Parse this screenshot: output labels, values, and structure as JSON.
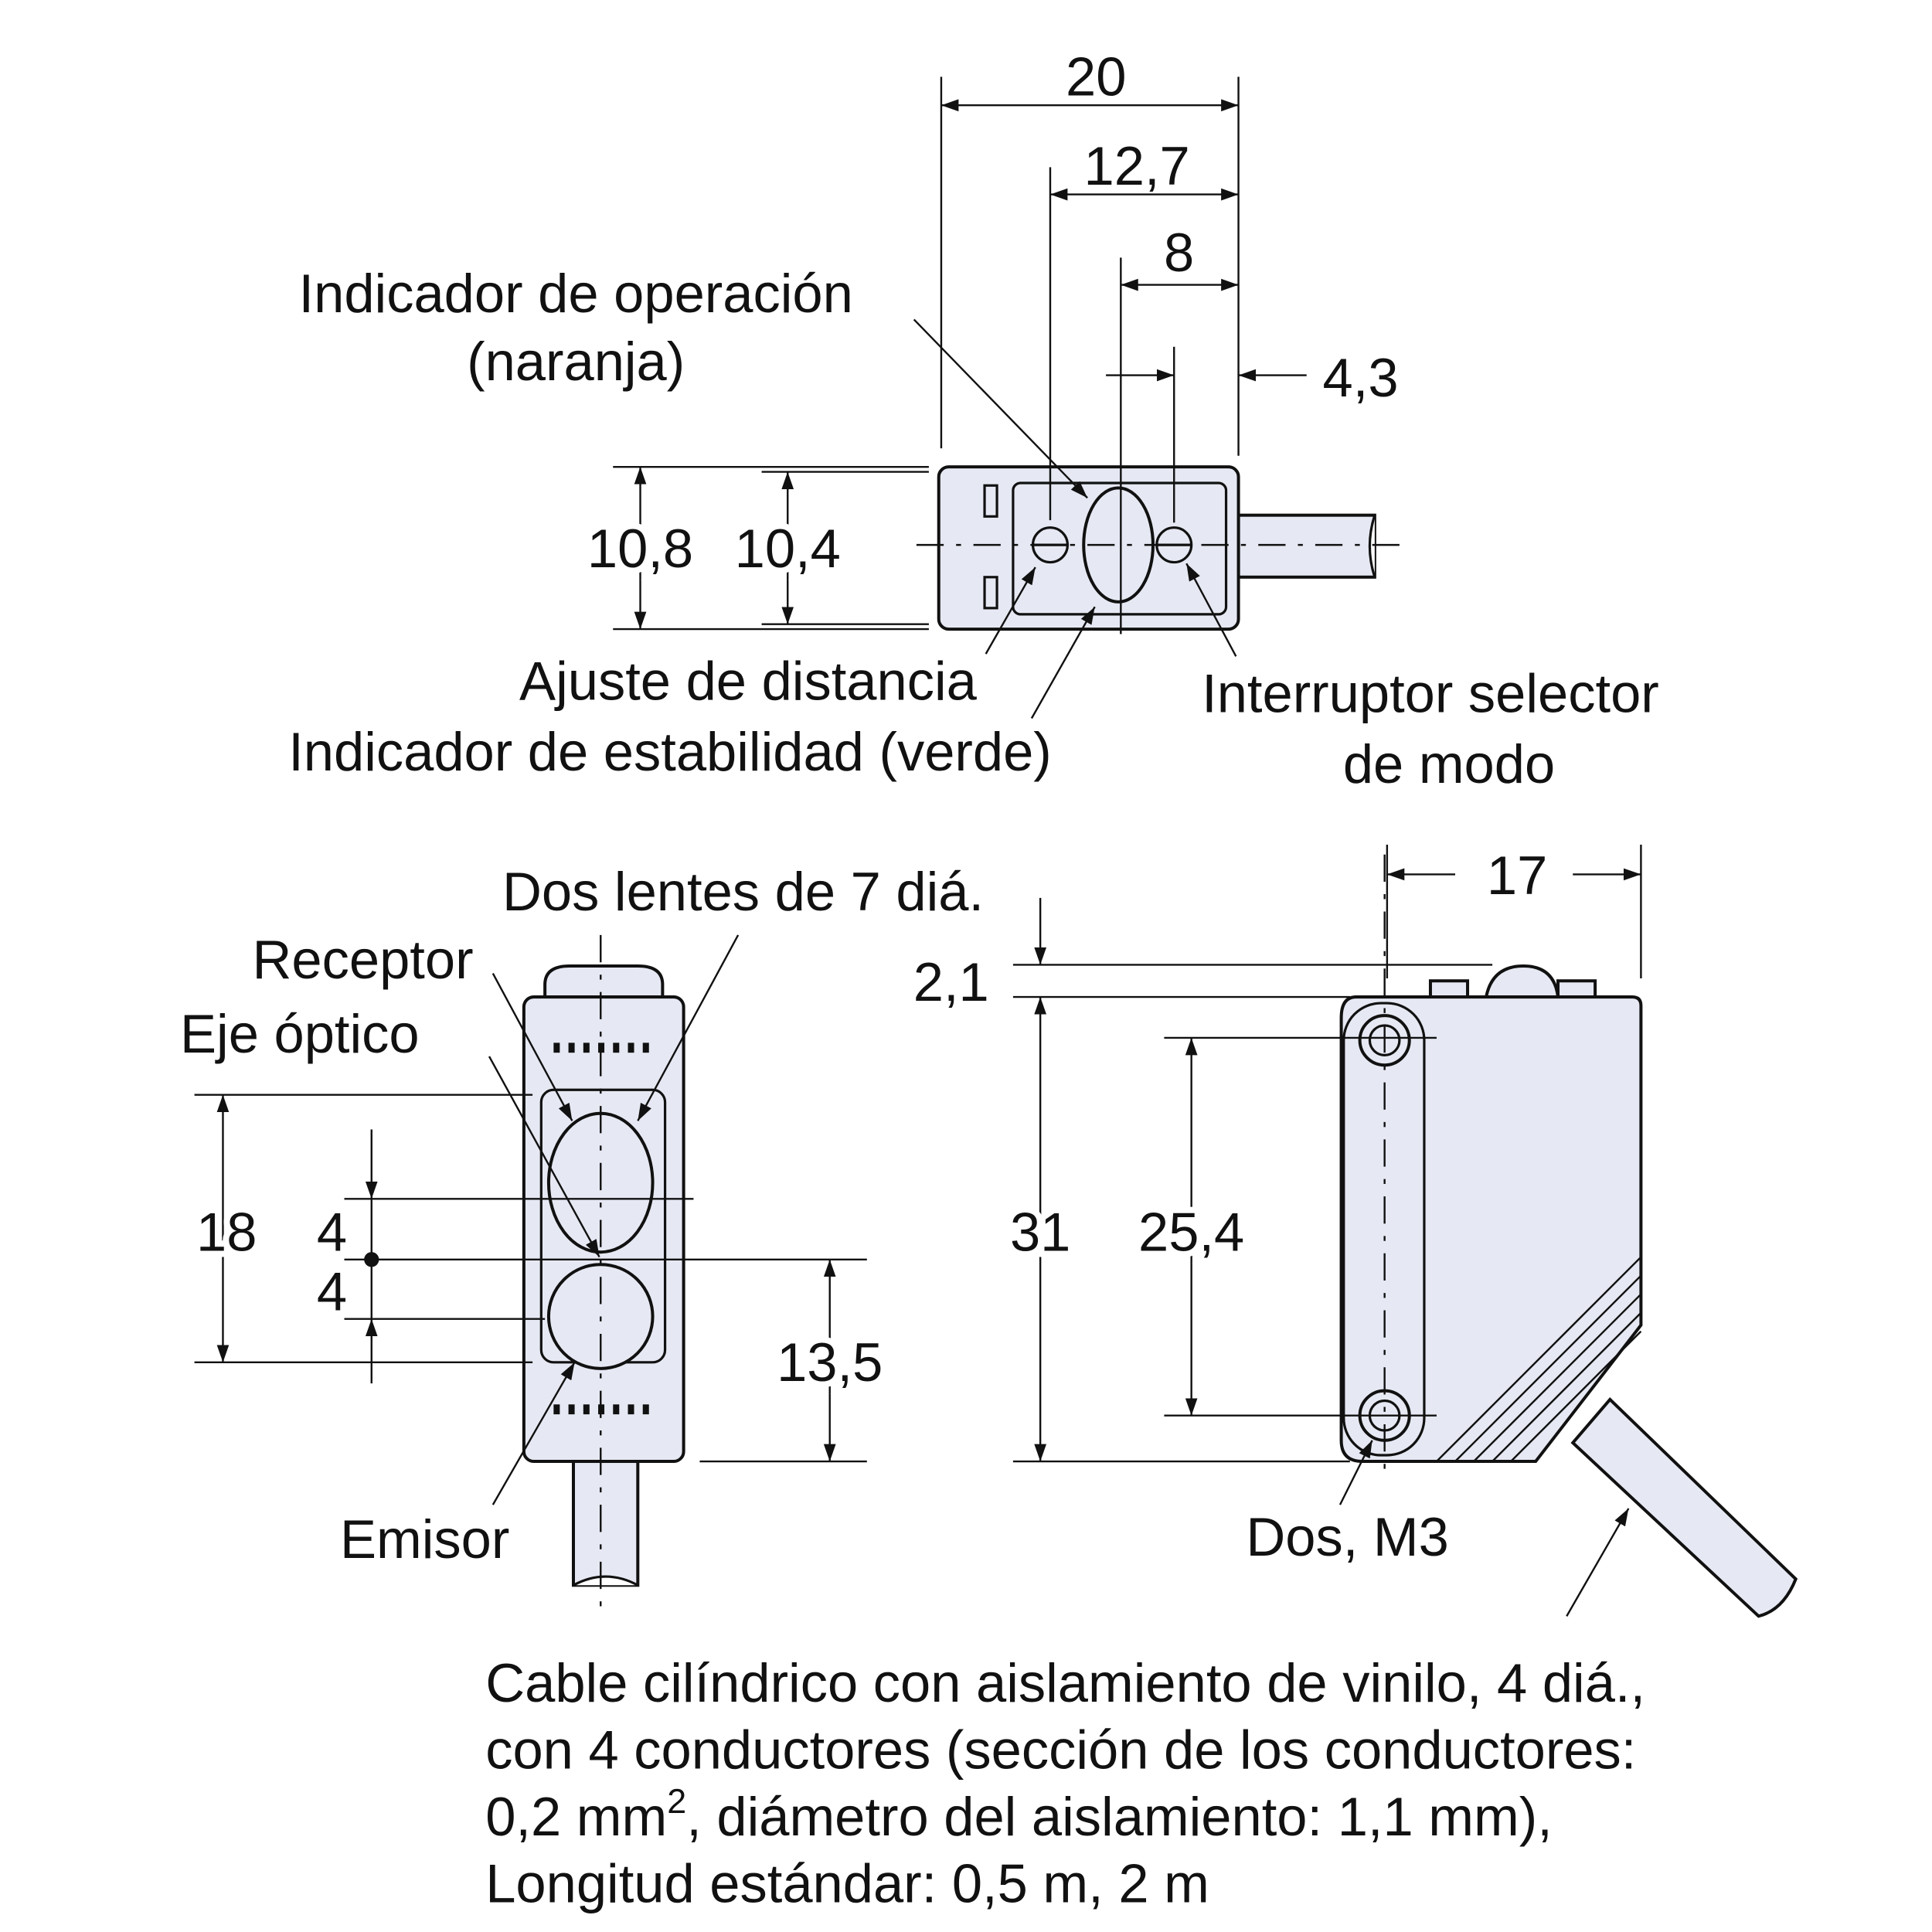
{
  "colors": {
    "body_fill": "#e6e9f3",
    "line": "#111111"
  },
  "top_view": {
    "dims": {
      "width_total": "20",
      "d1": "12,7",
      "d2": "8",
      "d3": "4,3",
      "h1": "10,8",
      "h2": "10,4"
    },
    "labels": {
      "operation_indicator_1": "Indicador de operación",
      "operation_indicator_2": "(naranja)",
      "distance_adjust": "Ajuste de distancia",
      "stability_indicator": "Indicador de estabilidad (verde)",
      "mode_switch_1": "Interruptor selector",
      "mode_switch_2": "de modo"
    }
  },
  "front_view": {
    "dims": {
      "h18": "18",
      "a4": "4",
      "b4": "4",
      "h135": "13,5"
    },
    "labels": {
      "lenses": "Dos lentes de 7 diá.",
      "receiver": "Receptor",
      "optical_axis": "Eje óptico",
      "emitter": "Emisor"
    }
  },
  "side_view": {
    "dims": {
      "w17": "17",
      "h21": "2,1",
      "h31": "31",
      "h254": "25,4"
    },
    "labels": {
      "screws": "Dos, M3"
    }
  },
  "cable_note": {
    "line1": "Cable cilíndrico con aislamiento de vinilo, 4 diá.,",
    "line2": "con 4 conductores (sección de los conductores:",
    "line3a": "0,2 mm",
    "line3sup": "2",
    "line3b": ", diámetro del aislamiento: 1,1 mm),",
    "line4": "Longitud estándar: 0,5 m, 2 m"
  }
}
